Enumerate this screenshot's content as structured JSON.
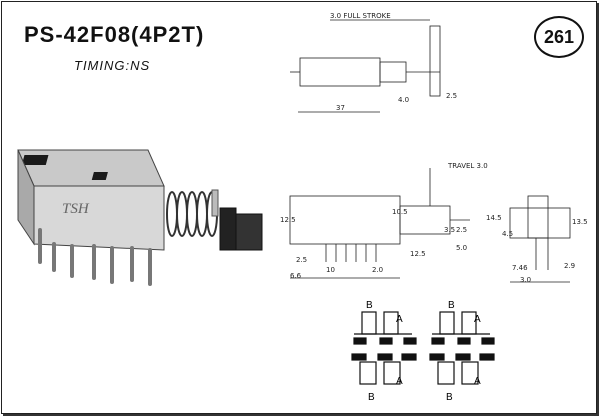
{
  "header": {
    "part_number": "PS-42F08(4P2T)",
    "timing": "TIMING:NS",
    "page_number": "261"
  },
  "photo": {
    "brand_mark": "TSH"
  },
  "dimensions": {
    "full_stroke": "3.0 FULL STROKE",
    "travel": "TRAVEL 3.0",
    "top_view": [
      "4.0",
      "2.5",
      "37"
    ],
    "front_view": [
      "12.5",
      "2.5",
      "6.6",
      "10",
      "12.5",
      "3.5",
      "2.5",
      "2.0",
      "5.0",
      "10.5"
    ],
    "side_view": [
      "14.5",
      "4.5",
      "13.5",
      "7.46",
      "3.0",
      "2.9"
    ]
  },
  "schematic": {
    "label_a": "A",
    "label_b": "B"
  }
}
